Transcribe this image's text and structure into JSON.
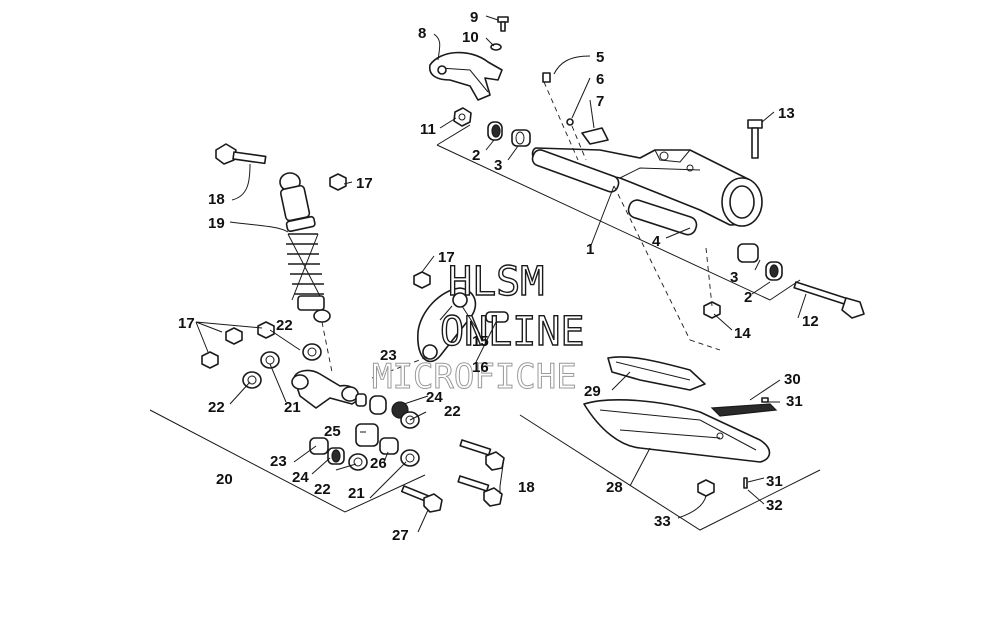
{
  "callouts": [
    "1",
    "2",
    "3",
    "4",
    "5",
    "6",
    "7",
    "8",
    "9",
    "10",
    "11",
    "12",
    "13",
    "14",
    "15",
    "16",
    "17",
    "18",
    "19",
    "20",
    "21",
    "22",
    "23",
    "24",
    "25",
    "26",
    "27",
    "28",
    "29",
    "30",
    "31",
    "32",
    "33"
  ],
  "watermark": {
    "line1": "HLSM",
    "line2": "ONLINE",
    "line3": "MICROFICHE"
  },
  "colors": {
    "ink": "#1a1a1a",
    "paper": "#ffffff"
  }
}
